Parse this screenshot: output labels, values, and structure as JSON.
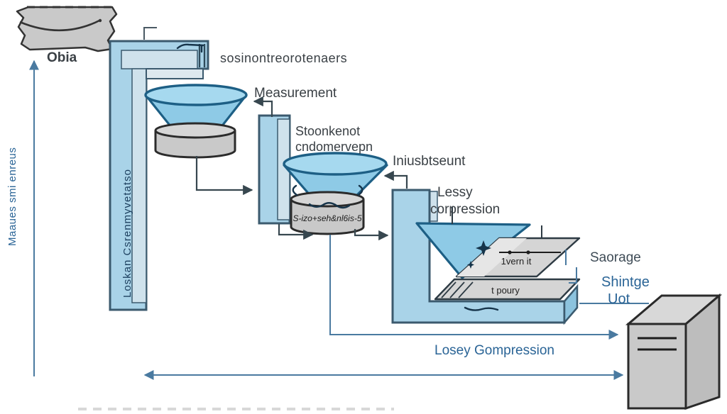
{
  "diagram": {
    "title_semantic": "data-compression-pipeline-diagram",
    "source": {
      "label": "Obia"
    },
    "left_axis_text": "Maaues smi enreus",
    "pipe1_text": "Loskan Csrenmyvetatso",
    "labels": {
      "top_garbled": "sosinontreorotenaers",
      "measurement": "Measurement",
      "pipe2_line1": "Stoonkenot",
      "pipe2_line2": "cndomervepn",
      "funnel2": "Iniusbtseunt",
      "lossless_line1": "Lessy",
      "lossless_line2": "corpression",
      "cylinder2_scribble": "S-izo+seh&nl6is-5",
      "plane1": "1vern it",
      "plane2": "t poury",
      "storage": "Saorage",
      "storage_unit_line1": "Shintge",
      "storage_unit_line2": "Uot",
      "lossy": "Losey Gompression"
    },
    "colors": {
      "pipe_fill": "#a9d3e8",
      "pipe_inner": "#cfe2ec",
      "pipe_outline": "#3b5a6e",
      "funnel_fill": "#8ecae6",
      "funnel_top": "#a6d9ef",
      "funnel_outline": "#1d5f85",
      "gray_fill": "#c9c9c9",
      "dark_outline": "#2a2a2a",
      "label_dark": "#3a4045",
      "label_blue": "#2a6496",
      "arrow_blue": "#4a7aa0",
      "arrow_dark": "#37474f"
    }
  }
}
